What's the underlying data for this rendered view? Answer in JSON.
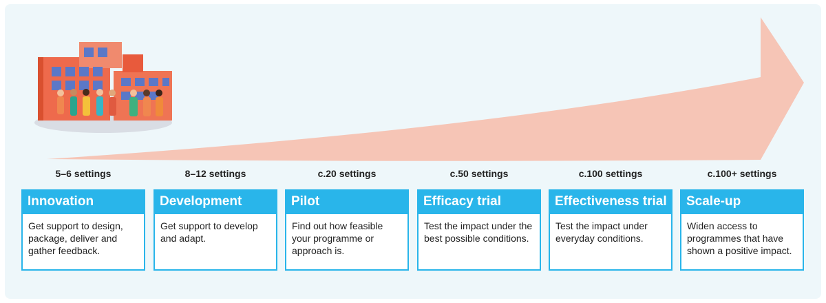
{
  "stages": [
    {
      "settings": "5–6 settings",
      "title": "Innovation",
      "description": "Get support to design, package, deliver and gather feedback."
    },
    {
      "settings": "8–12 settings",
      "title": "Development",
      "description": "Get support to develop and adapt."
    },
    {
      "settings": "c.20 settings",
      "title": "Pilot",
      "description": "Find out how feasible your programme or approach is."
    },
    {
      "settings": "c.50 settings",
      "title": "Efficacy trial",
      "description": "Test the impact under the best possible conditions."
    },
    {
      "settings": "c.100 settings",
      "title": "Effectiveness trial",
      "description": "Test the impact under everyday conditions."
    },
    {
      "settings": "c.100+ settings",
      "title": "Scale-up",
      "description": "Widen access to programmes that have shown a positive impact."
    }
  ],
  "colors": {
    "accent": "#29b5ea",
    "arrow": "#f6c5b6",
    "panel": "#eef7fa"
  },
  "icons": {
    "illustration": "school-building-with-people-illustration",
    "arrow": "growth-arrow-icon"
  }
}
